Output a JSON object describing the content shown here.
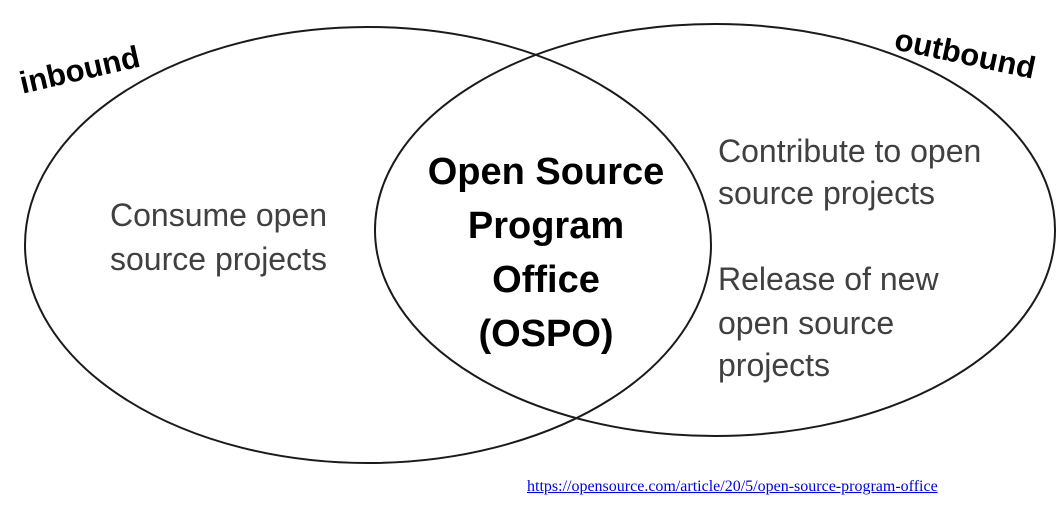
{
  "diagram": {
    "labels": {
      "inbound": "inbound",
      "outbound": "outbound"
    },
    "center": {
      "line1": "Open Source",
      "line2": "Program",
      "line3": "Office",
      "line4": "(OSPO)"
    },
    "left": {
      "line1": "Consume open",
      "line2": "source projects"
    },
    "right": {
      "item1_line1": "Contribute to open",
      "item1_line2": "source projects",
      "item2_line1": "Release of new",
      "item2_line2": "open source",
      "item2_line3": "projects"
    },
    "colors": {
      "stroke": "#1a1a1a",
      "text": "#404040",
      "bold_text": "#000000"
    }
  },
  "source": {
    "url_text": "https://opensource.com/article/20/5/open-source-program-office"
  }
}
